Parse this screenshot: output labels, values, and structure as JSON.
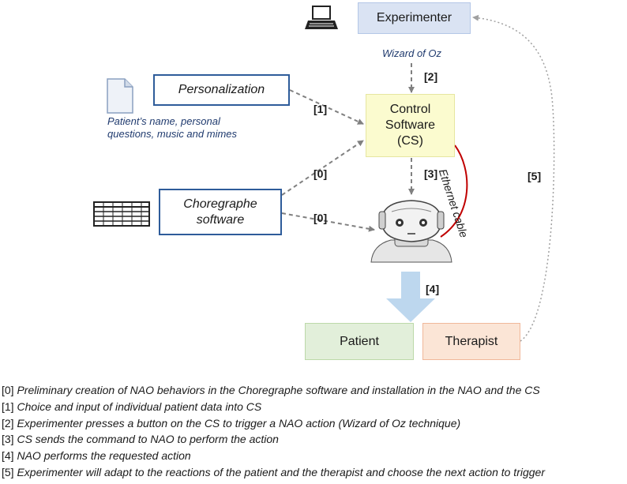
{
  "boxes": {
    "experimenter": "Experimenter",
    "control_line1": "Control",
    "control_line2": "Software",
    "control_line3": "(CS)",
    "personalization": "Personalization",
    "choregraphe_line1": "Choregraphe",
    "choregraphe_line2": "software",
    "patient": "Patient",
    "therapist": "Therapist"
  },
  "notes": {
    "wizard": "Wizard of Oz",
    "personal_line1": "Patient’s name, personal",
    "personal_line2": "questions, music and mimes",
    "ethernet": "Ethernet cable"
  },
  "step_labels": {
    "s1": "[1]",
    "s2": "[2]",
    "s0a": "[0]",
    "s0b": "[0]",
    "s3": "[3]",
    "s4": "[4]",
    "s5": "[5]"
  },
  "icons": [
    "laptop-icon",
    "document-icon",
    "timeline-grid-icon",
    "nao-robot-icon"
  ],
  "colors": {
    "experimenter_fill": "#dae3f3",
    "control_fill": "#fbfbcf",
    "patient_fill": "#e2efda",
    "therapist_fill": "#fbe5d6",
    "box_border_blue": "#2e5c9a",
    "arrow_gray": "#808080",
    "big_arrow": "#bdd7ee",
    "ethernet_red": "#c00000"
  },
  "legend": [
    {
      "code": "[0]",
      "text": "Preliminary creation of NAO behaviors in the Choregraphe software and installation in the  NAO and the CS"
    },
    {
      "code": "[1]",
      "text": "Choice and input of individual patient data into CS"
    },
    {
      "code": "[2]",
      "text": "Experimenter presses a button on the CS  to trigger a NAO action (Wizard of Oz technique)"
    },
    {
      "code": "[3]",
      "text": "CS sends the command to NAO to perform the action"
    },
    {
      "code": "[4]",
      "text": "NAO performs the requested action"
    },
    {
      "code": "[5]",
      "text": "Experimenter will adapt to the reactions of the patient and the therapist and choose the next action to trigger"
    }
  ]
}
